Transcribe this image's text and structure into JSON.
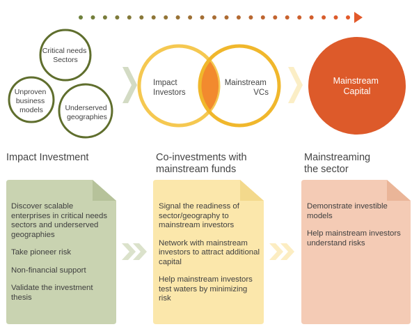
{
  "stage1": {
    "circles": [
      {
        "lines": [
          "Critical needs",
          "Sectors"
        ]
      },
      {
        "lines": [
          "Unproven",
          "business",
          "models"
        ]
      },
      {
        "lines": [
          "Underserved",
          "geographies"
        ]
      }
    ],
    "title_lines": [
      "Impact Investment"
    ],
    "card_items": [
      "Discover scalable enterprises in critical needs sectors and underserved geographies",
      "Take pioneer risk",
      "Non-financial support",
      "Validate the investment thesis"
    ]
  },
  "stage2": {
    "left_circle": {
      "lines": [
        "Impact",
        "Investors"
      ]
    },
    "right_circle": {
      "lines": [
        "Mainstream",
        "VCs"
      ]
    },
    "title_lines": [
      "Co-investments with",
      "mainstream funds"
    ],
    "card_items": [
      "Signal the readiness of sector/geography to mainstream investors",
      "Network with mainstream investors to attract additional capital",
      "Help mainstream investors test waters by minimizing risk"
    ]
  },
  "stage3": {
    "circle": {
      "lines": [
        "Mainstream",
        "Capital"
      ]
    },
    "title_lines": [
      "Mainstreaming",
      "the sector"
    ],
    "card_items": [
      "Demonstrate investible models",
      "Help mainstream investors understand risks"
    ]
  },
  "colors": {
    "green_dark": "#5f6e2d",
    "green_card": "#c9d3b1",
    "yellow_ring": "#f2bc35",
    "orange_overlap": "#f28a2e",
    "yellow_card": "#fbe7ab",
    "red_circle": "#dd5a2a",
    "salmon_card": "#f4cbb5",
    "chevron": "#e8e8c8"
  },
  "icons": [
    "dotted-arrow-icon",
    "chevron-right-icon",
    "double-chevron-icon"
  ]
}
